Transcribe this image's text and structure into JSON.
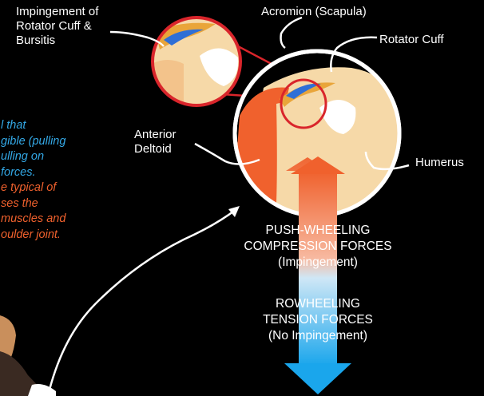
{
  "labels": {
    "impingement": [
      "Impingement of",
      "Rotator Cuff &",
      "Bursitis"
    ],
    "acromion": "Acromion (Scapula)",
    "rotator_cuff": "Rotator Cuff",
    "anterior_deltoid": [
      "Anterior",
      "Deltoid"
    ],
    "humerus": "Humerus"
  },
  "side_text": {
    "blue_lines": [
      "l that",
      "gible (pulling",
      "ulling on",
      "forces."
    ],
    "orange_lines": [
      "e typical of",
      "ses the",
      "muscles and",
      "oulder joint."
    ]
  },
  "forces": {
    "push": [
      "PUSH-WHEELING",
      "COMPRESSION FORCES",
      "(Impingement)"
    ],
    "row": [
      "ROWHEELING",
      "TENSION FORCES",
      "(No Impingement)"
    ]
  },
  "colors": {
    "background": "#000000",
    "bone": "#f6d9a8",
    "deltoid": "#f0612d",
    "tendon": "#e9a53a",
    "bursa": "#2f6fd6",
    "impingement_red": "#d9252b",
    "arrow_top": "#f0612d",
    "arrow_bottom": "#1aa6ec",
    "blue_text": "#33a8e6",
    "orange_text": "#f0612d"
  }
}
